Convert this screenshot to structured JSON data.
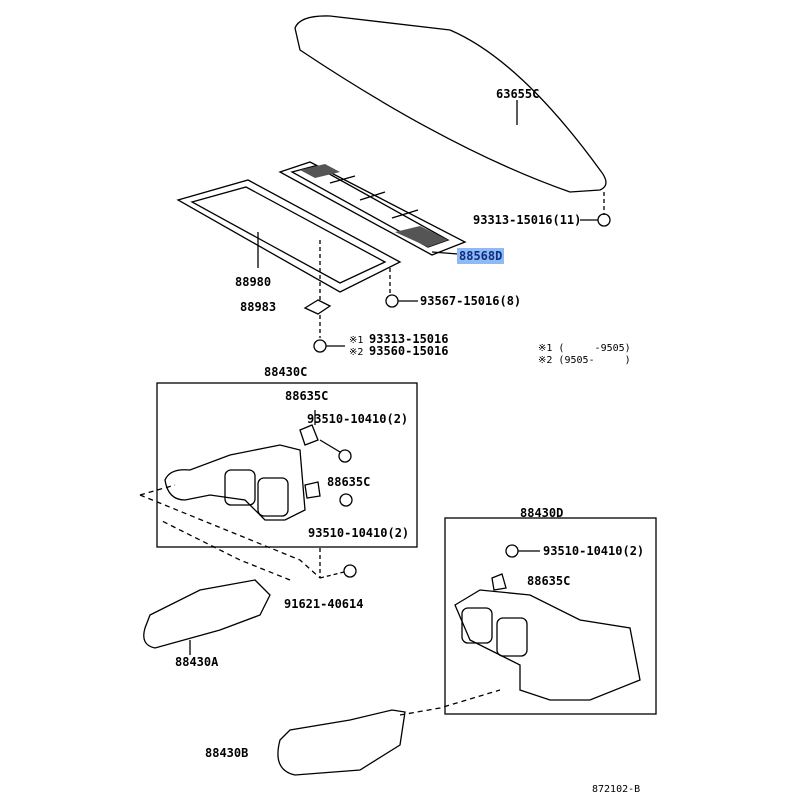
{
  "parts": {
    "p63655C": "63655C",
    "p93313_15016_11": "93313-15016(11)",
    "p88568D": "88568D",
    "p88980": "88980",
    "p93567": "93567-15016(8)",
    "p88983": "88983",
    "p93313_15016": "93313-15016",
    "p93560_15016": "93560-15016",
    "p88430C": "88430C",
    "p88635C_1": "88635C",
    "p93510_a": "93510-10410(2)",
    "p88635C_2": "88635C",
    "p93510_b": "93510-10410(2)",
    "p91621": "91621-40614",
    "p88430A": "88430A",
    "p88430D": "88430D",
    "p93510_c": "93510-10410(2)",
    "p88635C_3": "88635C",
    "p88430B": "88430B"
  },
  "marks": {
    "m1": "※1",
    "m2": "※2"
  },
  "notes": {
    "n1": "※1 (     -9505)",
    "n2": "※2 (9505-     )"
  },
  "diagram_id": "872102-B",
  "highlight_color": "#8fbaf3"
}
